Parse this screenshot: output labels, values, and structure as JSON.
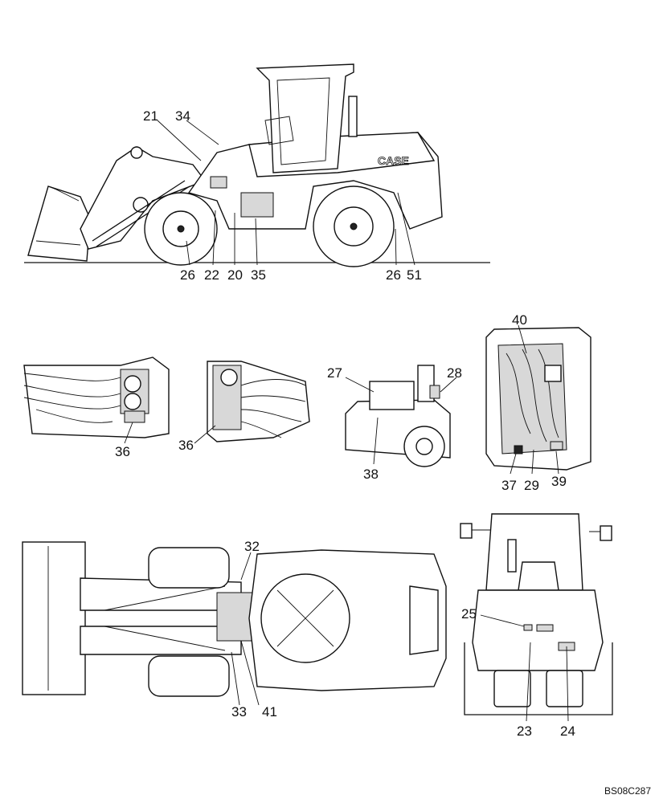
{
  "figure": {
    "code": "BS08C287",
    "brand_marking": "CASE"
  },
  "views": {
    "side": {
      "callouts": [
        "21",
        "34",
        "26",
        "22",
        "20",
        "35",
        "26",
        "51"
      ]
    },
    "detail_left": {
      "callouts": [
        "36"
      ]
    },
    "detail_mid": {
      "callouts": [
        "36"
      ]
    },
    "detail_fender": {
      "callouts": [
        "27",
        "28",
        "38"
      ]
    },
    "detail_rear_open": {
      "callouts": [
        "40",
        "37",
        "29",
        "39"
      ]
    },
    "top": {
      "callouts": [
        "32",
        "33",
        "41"
      ]
    },
    "rear": {
      "callouts": [
        "25",
        "23",
        "24"
      ]
    }
  }
}
